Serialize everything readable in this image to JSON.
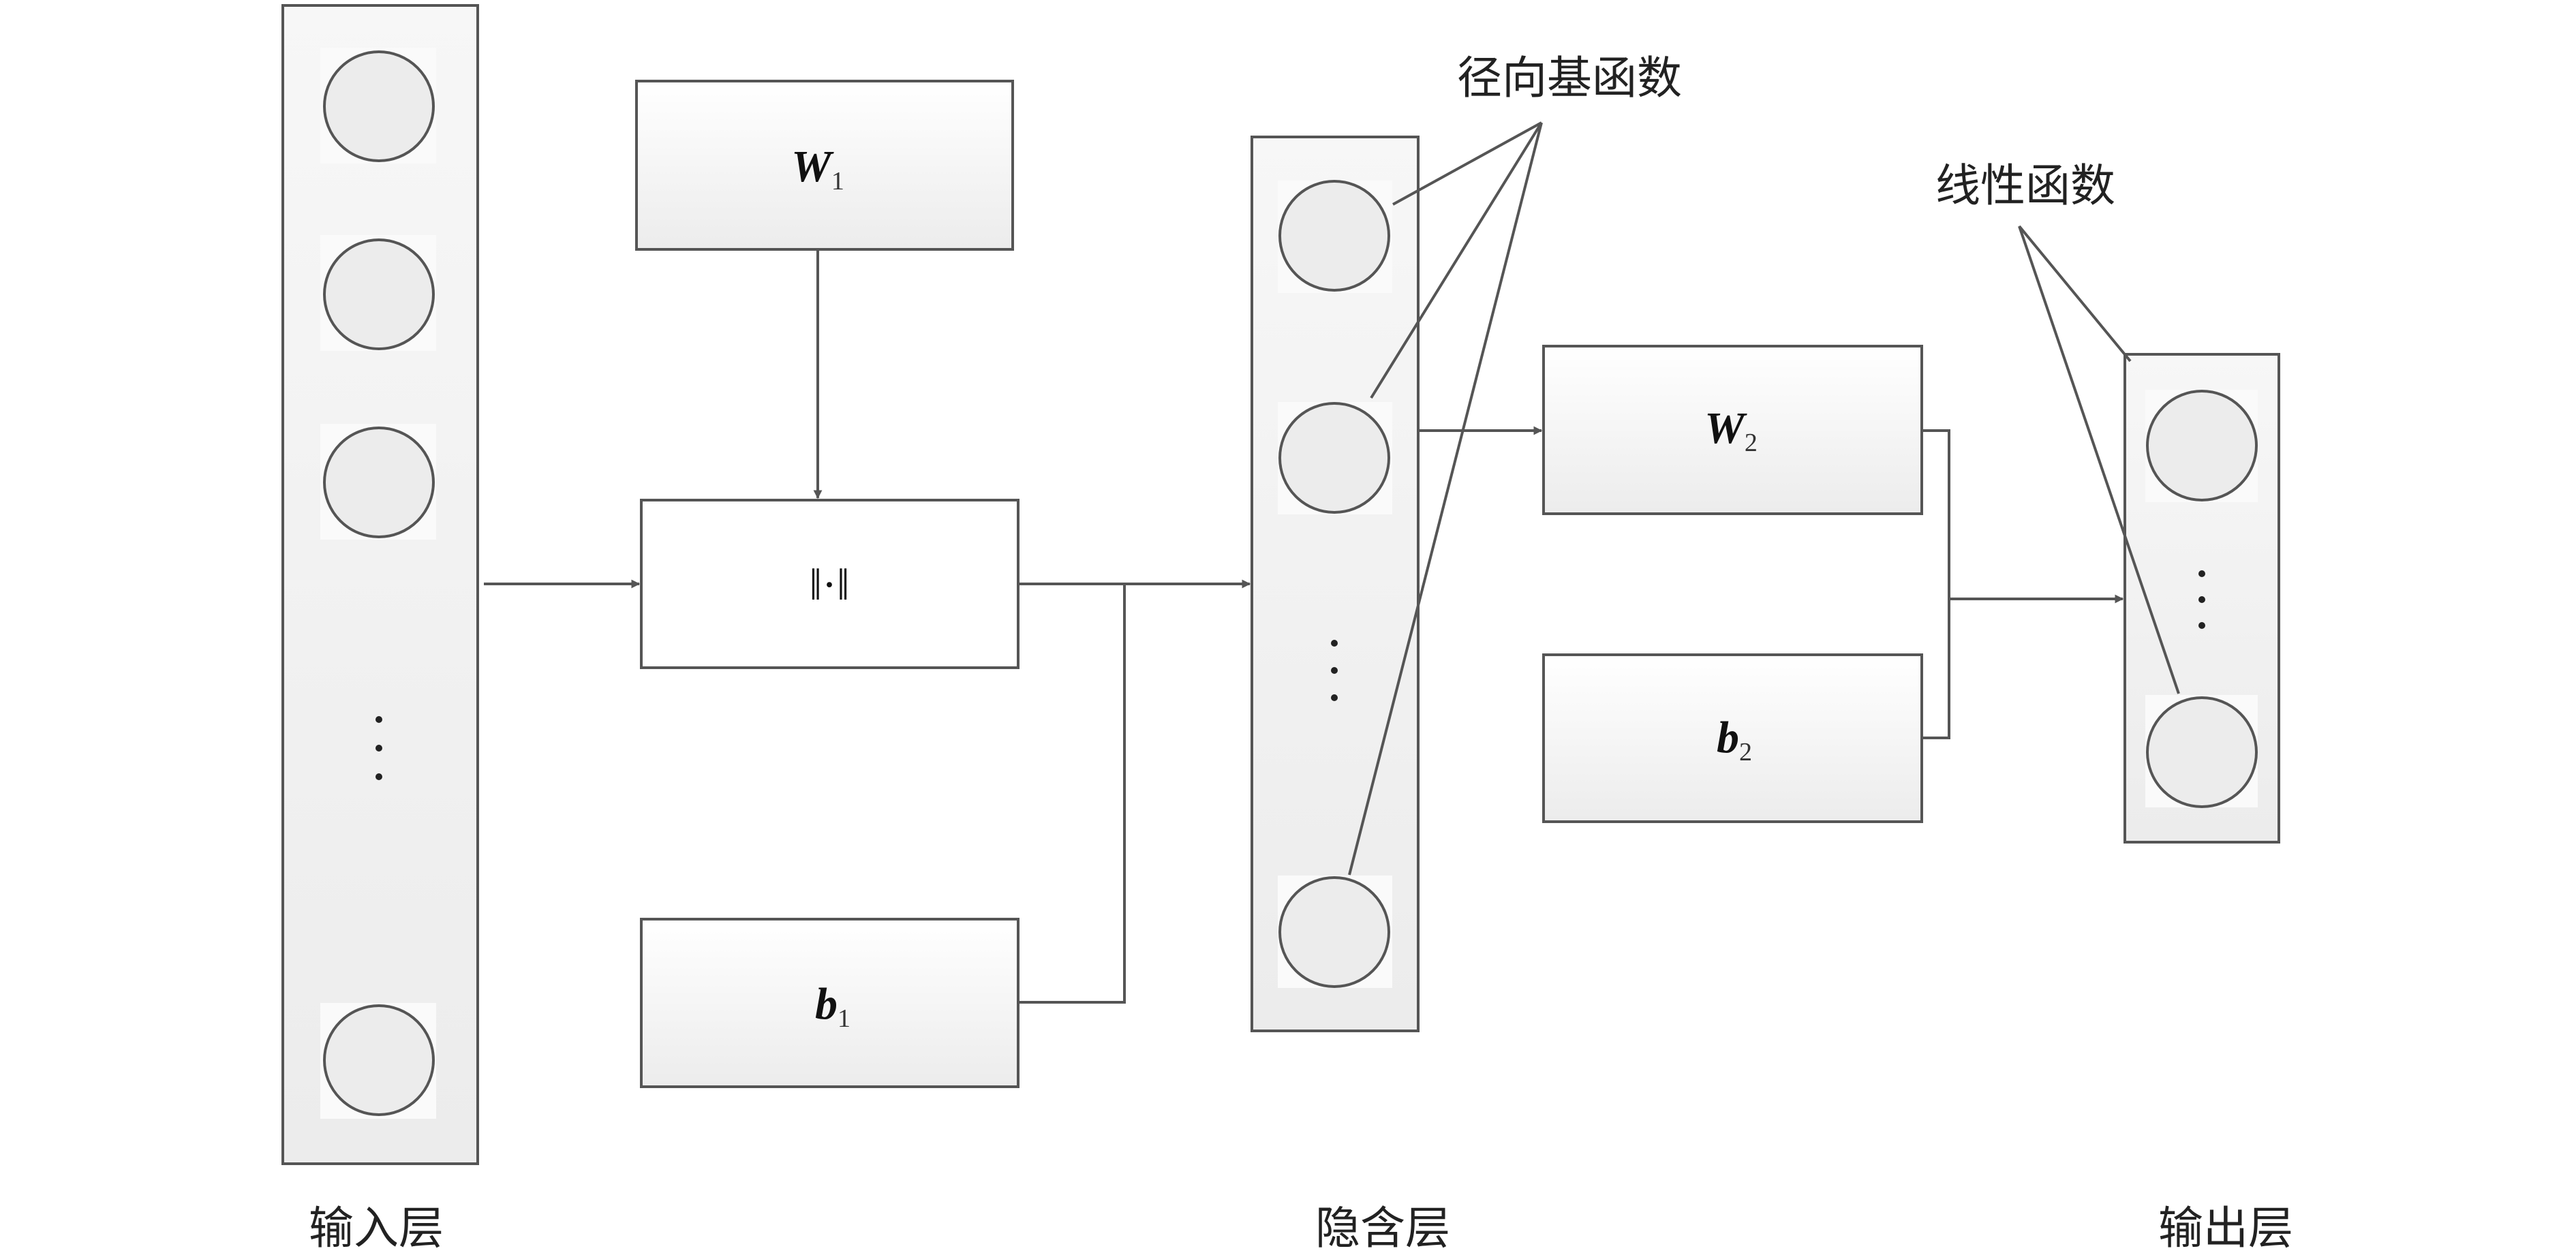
{
  "layers": {
    "input": {
      "label": "输入层"
    },
    "hidden": {
      "label": "隐含层"
    },
    "output": {
      "label": "输出层"
    }
  },
  "blocks": {
    "w1": {
      "symbol": "W",
      "subscript": "1"
    },
    "norm": {
      "symbol": "‖·‖"
    },
    "b1": {
      "symbol": "b",
      "subscript": "1"
    },
    "w2": {
      "symbol": "W",
      "subscript": "2"
    },
    "b2": {
      "symbol": "b",
      "subscript": "2"
    }
  },
  "annotations": {
    "radial_basis": "径向基函数",
    "linear": "线性函数"
  },
  "ellipsis": "⋮",
  "colors": {
    "stroke": "#555555",
    "box_top": "#ffffff",
    "box_bottom": "#eeeeee",
    "arrow": "#555555"
  }
}
